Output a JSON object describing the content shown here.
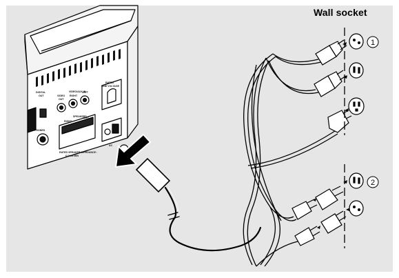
{
  "title": "Wall socket",
  "device_labels": {
    "digital_out": "DIGITAL",
    "digital_out_2": "OUT",
    "video_out": "VIDEO",
    "video_out_2": "OUT",
    "video_aux_in": "VIDEO/AUX IN",
    "right": "RIGHT",
    "left": "LEFT",
    "rated": "RATED",
    "line_voltage": "LINE VOLTAGE",
    "speakers": "SPEAKERS",
    "right_sp": "RIGHT",
    "left_sp": "LEFT",
    "phones": "PHONES",
    "impedance": "RATED SPEAKER IMPEDANCE :",
    "ohm": "6 OHM MIN",
    "ac": "AC"
  },
  "callouts": [
    "1",
    "2"
  ]
}
